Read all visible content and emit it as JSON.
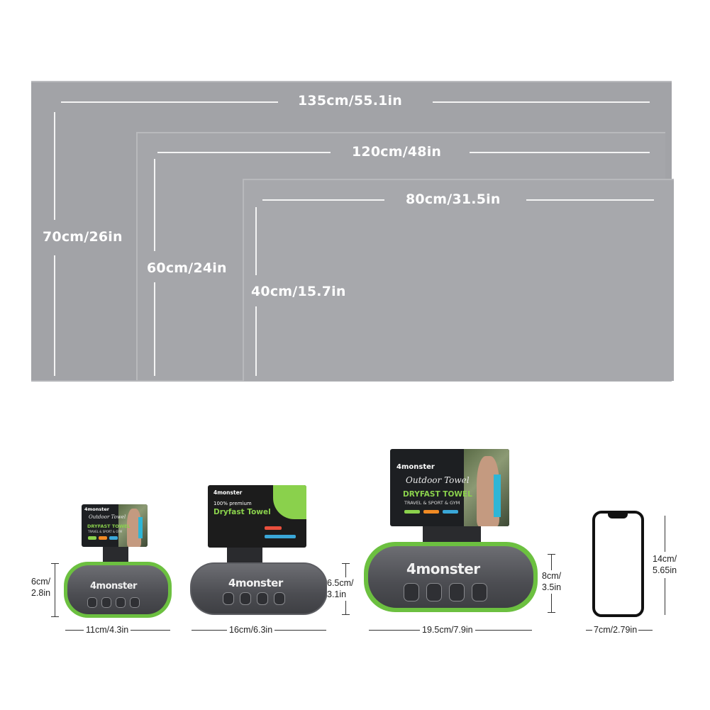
{
  "towels": {
    "large": {
      "width_label": "135cm/55.1in",
      "height_label": "70cm/26in"
    },
    "medium": {
      "width_label": "120cm/48in",
      "height_label": "60cm/24in"
    },
    "small": {
      "width_label": "80cm/31.5in",
      "height_label": "40cm/15.7in"
    }
  },
  "cases": [
    {
      "width_label": "11cm/4.3in",
      "height_label": "6cm/\n2.8in",
      "logo": "4monster"
    },
    {
      "width_label": "16cm/6.3in",
      "height_label": "6.5cm/\n3.1in",
      "logo": "4monster"
    },
    {
      "width_label": "19.5cm/7.9in",
      "height_label": "8cm/\n3.5in",
      "logo": "4monster"
    }
  ],
  "phone": {
    "width_label": "7cm/2.79in",
    "height_label": "14cm/\n5.65in"
  },
  "tags": {
    "brand": "4monster",
    "script_title": "Outdoor Towel",
    "title": "DRYFAST TOWEL",
    "subtitle": "TRAVEL & SPORT & GYM",
    "premium_line": "100% premium",
    "premium_title": "Dryfast Towel"
  },
  "colors": {
    "towel_grey": "#a2a3a7",
    "case_green": "#6cc040",
    "accent_green": "#8ad14c"
  }
}
